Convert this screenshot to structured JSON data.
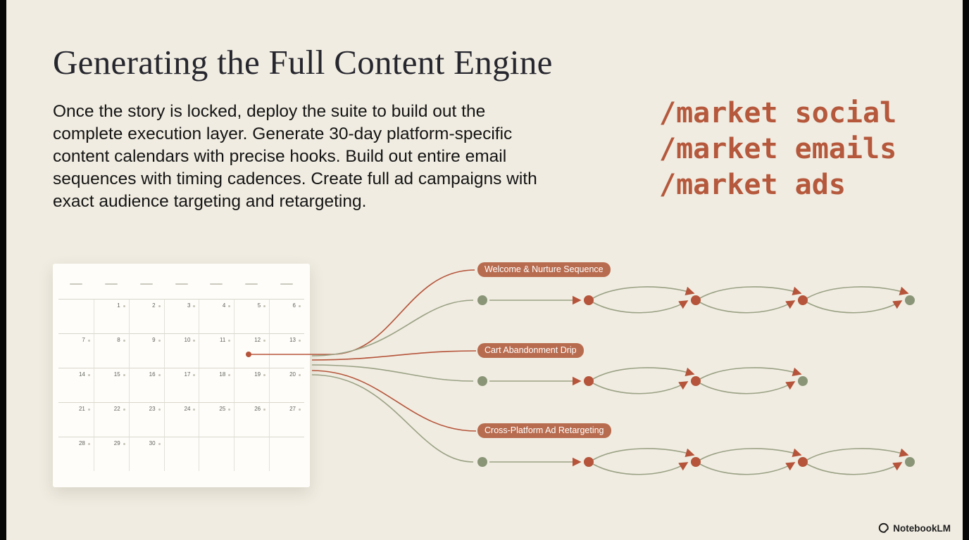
{
  "slide": {
    "title": "Generating the Full Content Engine",
    "body": "Once the story is locked, deploy the suite to build out the complete execution layer. Generate 30-day platform-specific content calendars with precise hooks. Build out entire email sequences with timing cadences. Create full ad campaigns with exact audience targeting and retargeting.",
    "commands": [
      "/market social",
      "/market emails",
      "/market ads"
    ]
  },
  "calendar": {
    "weeks": [
      [
        "",
        "1",
        "2",
        "3",
        "4",
        "5",
        "6"
      ],
      [
        "7",
        "8",
        "9",
        "10",
        "11",
        "12",
        "13"
      ],
      [
        "14",
        "15",
        "16",
        "17",
        "18",
        "19",
        "20"
      ],
      [
        "21",
        "22",
        "23",
        "24",
        "25",
        "26",
        "27"
      ],
      [
        "28",
        "29",
        "30",
        "",
        "",
        "",
        ""
      ]
    ],
    "highlight_day": "12"
  },
  "flows": [
    {
      "label": "Welcome & Nurture Sequence"
    },
    {
      "label": "Cart Abandonment Drip"
    },
    {
      "label": "Cross-Platform Ad Retargeting"
    }
  ],
  "footer": {
    "brand": "NotebookLM"
  },
  "colors": {
    "background": "#f0ece1",
    "accent_rust": "#b5543a",
    "badge_rust": "#b86c4f",
    "node_olive": "#8a9577",
    "line_olive": "#9aa184"
  }
}
